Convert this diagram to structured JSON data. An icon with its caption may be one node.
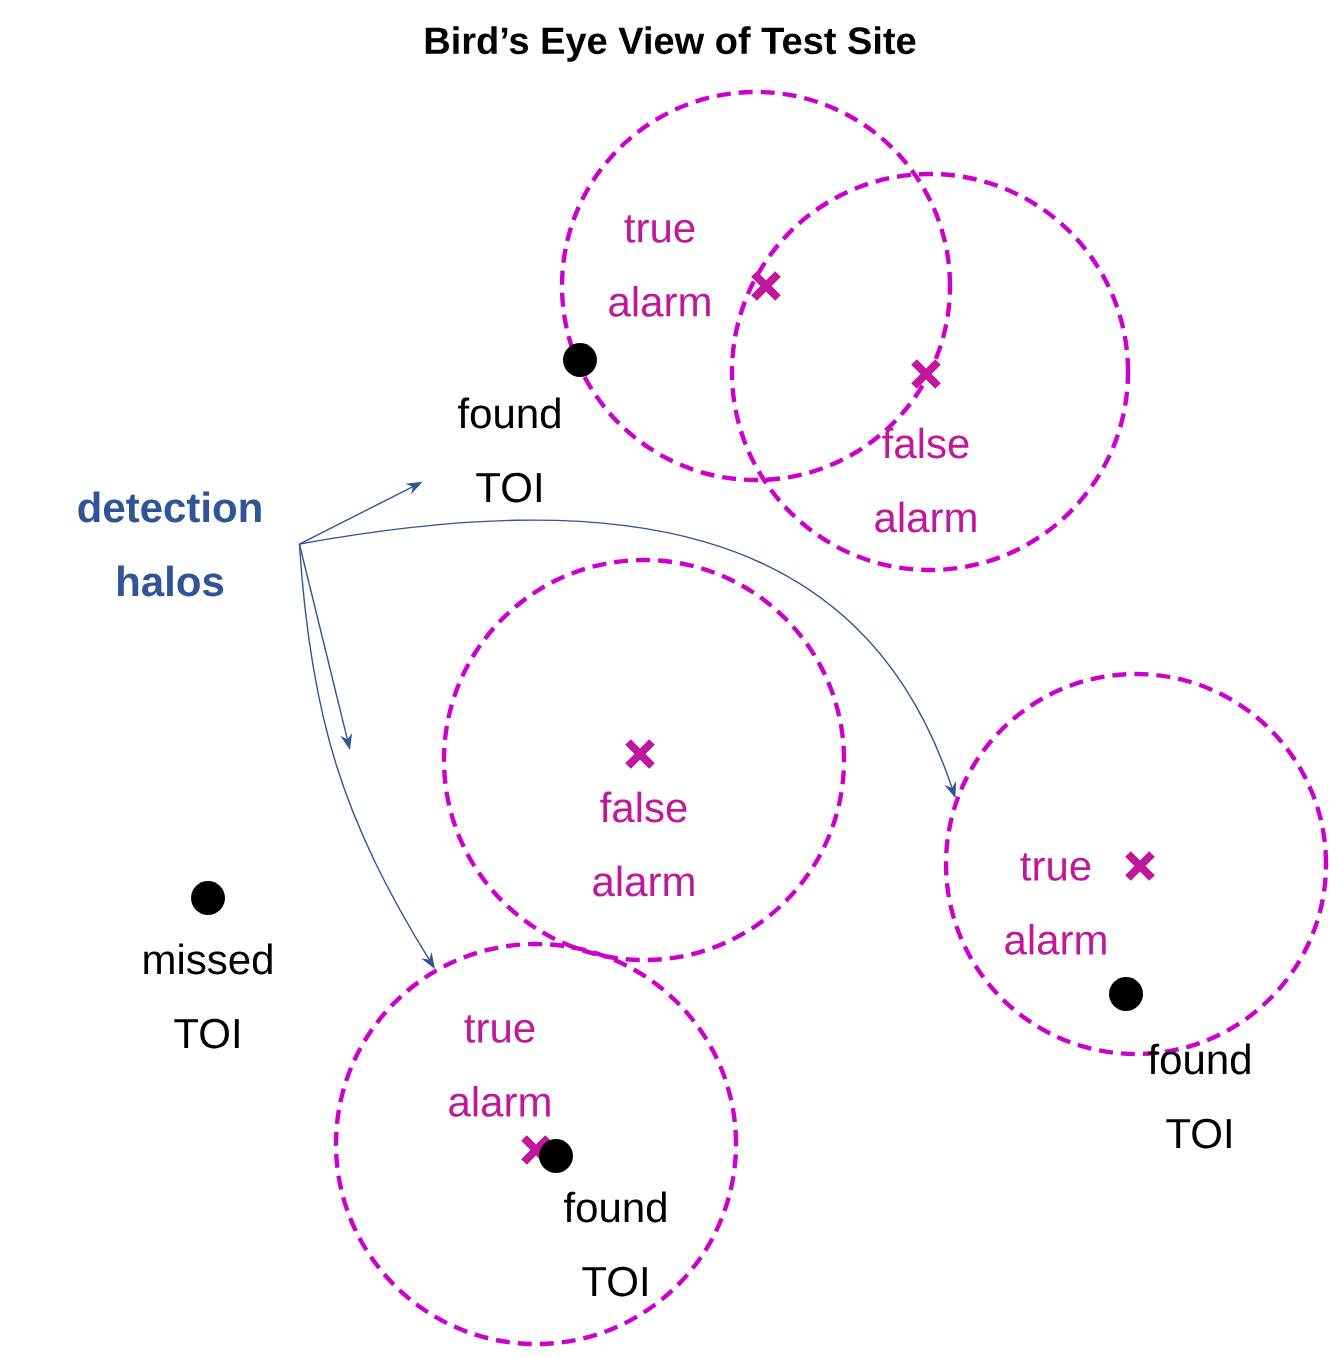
{
  "diagram": {
    "title": "Bird’s Eye View of Test Site",
    "nodes": [
      {
        "text": [
          "detection halos"
        ]
      },
      {
        "text": [
          "true alarm"
        ]
      },
      {
        "text": [
          "false alarm"
        ]
      },
      {
        "text": [
          "false alarm"
        ]
      },
      {
        "text": [
          "true alarm"
        ]
      },
      {
        "text": [
          "true alarm"
        ]
      },
      {
        "text": [
          "found TOI"
        ]
      }
    ],
    "edges": [
      {
        "from": 0,
        "to": 6,
        "arrow": "to"
      },
      {
        "from": 0,
        "to": null,
        "arrow": "to"
      },
      {
        "from": 0,
        "to": 5,
        "arrow": "to"
      },
      {
        "from": 0,
        "to": 4,
        "arrow": "to"
      }
    ],
    "labels": [
      "missed TOI",
      "found TOI",
      "found TOI"
    ]
  }
}
